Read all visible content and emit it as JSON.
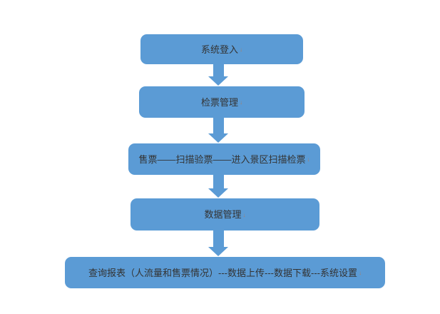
{
  "diagram": {
    "type": "flowchart",
    "direction": "top-down",
    "background_color": "#ffffff",
    "node_fill_color": "#5b9bd5",
    "node_text_color": "#333333",
    "arrow_color": "#5b9bd5",
    "eop_mark": "↓",
    "nodes": [
      {
        "id": "system-login",
        "label": "系统登入"
      },
      {
        "id": "ticket-check-mgmt",
        "label": "检票管理"
      },
      {
        "id": "ticket-flow",
        "label": "售票——扫描验票——进入景区扫描检票"
      },
      {
        "id": "data-mgmt",
        "label": "数据管理"
      },
      {
        "id": "reports-settings",
        "label": "查询报表（人流量和售票情况）---数据上传---数据下载---系统设置"
      }
    ],
    "edges": [
      {
        "from": "system-login",
        "to": "ticket-check-mgmt",
        "style": "block-arrow-down"
      },
      {
        "from": "ticket-check-mgmt",
        "to": "ticket-flow",
        "style": "block-arrow-down"
      },
      {
        "from": "ticket-flow",
        "to": "data-mgmt",
        "style": "block-arrow-down"
      },
      {
        "from": "data-mgmt",
        "to": "reports-settings",
        "style": "block-arrow-down"
      }
    ]
  }
}
